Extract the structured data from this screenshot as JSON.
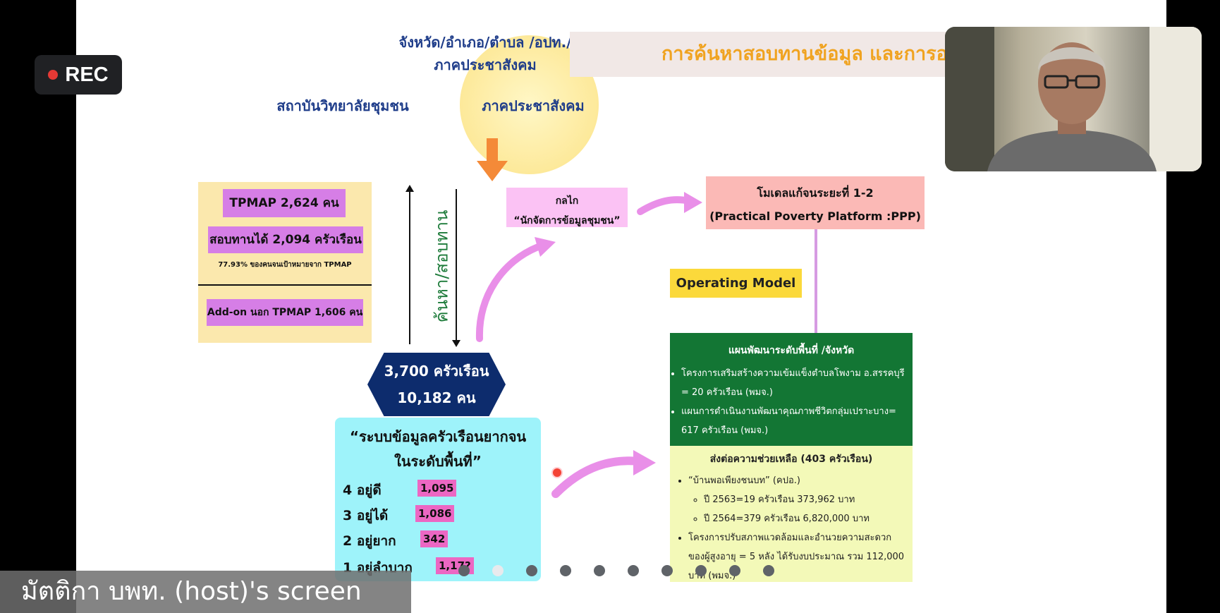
{
  "recording": {
    "label": "REC"
  },
  "slide": {
    "top_line1": "จังหวัด/อำเภอ/ตำบล /อปท./",
    "top_line2": "ภาคประชาสังคม",
    "left_label": "สถาบันวิทยาลัยชุมชน",
    "right_label": "ภาคประชาสังคม",
    "title": "การค้นหาสอบทานข้อมูล และการอ",
    "vertical_label": "ค้นหา/สอบทาน",
    "tpmap": {
      "box1": "TPMAP 2,624 คน",
      "box2": "สอบทานได้ 2,094 ครัวเรือน",
      "note": "77.93% ของคนจนเป้าหมายจาก TPMAP",
      "box3": "Add-on นอก TPMAP 1,606 คน"
    },
    "mechanism": {
      "line1": "กลไก",
      "line2": "“นักจัดการข้อมูลชุมชน”"
    },
    "model": {
      "line1": "โมเดลแก้จนระยะที่ 1-2",
      "line2": "(Practical Poverty Platform :PPP)"
    },
    "operating_model": "Operating Model",
    "households": {
      "line1": "3,700 ครัวเรือน",
      "line2": "10,182 คน"
    },
    "system": {
      "title1": "“ระบบข้อมูลครัวเรือนยากจน",
      "title2": "ในระดับพื้นที่”",
      "levels": [
        {
          "label": "4 อยู่ดี",
          "value": "1,095"
        },
        {
          "label": "3 อยู่ได้",
          "value": "1,086"
        },
        {
          "label": "2 อยู่ยาก",
          "value": "342"
        },
        {
          "label": "1 อยู่ลำบาก",
          "value": "1,17?"
        }
      ]
    },
    "plan": {
      "title": "แผนพัฒนาระดับพื้นที่ /จังหวัด",
      "item1": "โครงการเสริมสร้างความเข้มแข็งตำบลโพงาม อ.สรรคบุรี = 20 ครัวเรือน (พมจ.)",
      "item2": "แผนการดำเนินงานพัฒนาคุณภาพชีวิตกลุ่มเปราะบาง= 617 ครัวเรือน (พมจ.)"
    },
    "assist": {
      "title": "ส่งต่อความช่วยเหลือ (403 ครัวเรือน)",
      "item1": "“บ้านพอเพียงชนบท” (คปอ.)",
      "sub1": "ปี 2563=19 ครัวเรือน 373,962 บาท",
      "sub2": "ปี 2564=379 ครัวเรือน 6,820,000 บาท",
      "item2": "โครงการปรับสภาพแวดล้อมและอำนวยความสะดวกของผู้สูงอายุ = 5 หลัง ได้รับงบประมาณ รวม 112,000 บาท (พมจ.)"
    }
  },
  "pagination": {
    "count": 10,
    "active": 1
  },
  "caption": "มัตติกา บพท. (host)'s screen",
  "colors": {
    "navy": "#0d2c6d",
    "pink": "#d67ee6",
    "green": "#137634",
    "cyan": "#9ef3fa",
    "orange": "#f0a320"
  }
}
